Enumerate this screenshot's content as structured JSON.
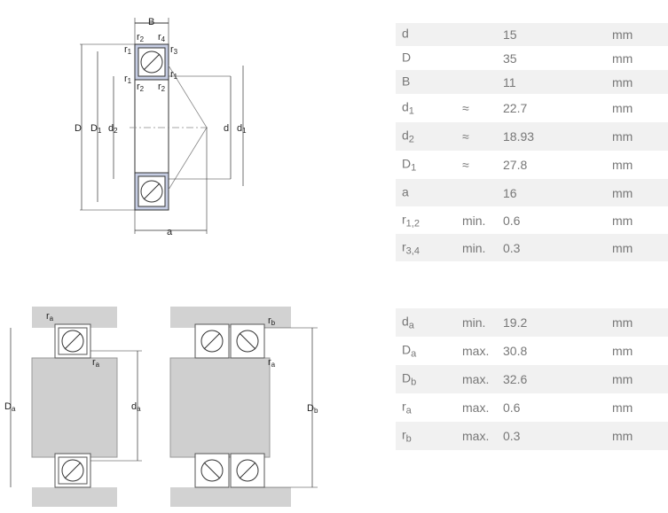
{
  "top_table": [
    {
      "sym": "d",
      "sub": "",
      "q": "",
      "val": "15",
      "unit": "mm",
      "shade": true,
      "h": 26
    },
    {
      "sym": "D",
      "sub": "",
      "q": "",
      "val": "35",
      "unit": "mm",
      "shade": false,
      "h": 27
    },
    {
      "sym": "B",
      "sub": "",
      "q": "",
      "val": "11",
      "unit": "mm",
      "shade": true,
      "h": 27
    },
    {
      "sym": "d",
      "sub": "1",
      "q": "≈",
      "val": "22.7",
      "unit": "mm",
      "shade": false,
      "h": 32
    },
    {
      "sym": "d",
      "sub": "2",
      "q": "≈",
      "val": "18.93",
      "unit": "mm",
      "shade": true,
      "h": 32
    },
    {
      "sym": "D",
      "sub": "1",
      "q": "≈",
      "val": "27.8",
      "unit": "mm",
      "shade": false,
      "h": 32
    },
    {
      "sym": "a",
      "sub": "",
      "q": "",
      "val": "16",
      "unit": "mm",
      "shade": true,
      "h": 31
    },
    {
      "sym": "r",
      "sub": "1,2",
      "q": "min.",
      "val": "0.6",
      "unit": "mm",
      "shade": false,
      "h": 31
    },
    {
      "sym": "r",
      "sub": "3,4",
      "q": "min.",
      "val": "0.3",
      "unit": "mm",
      "shade": true,
      "h": 31
    }
  ],
  "bottom_table": [
    {
      "sym": "d",
      "sub": "a",
      "q": "min.",
      "val": "19.2",
      "unit": "mm",
      "shade": true,
      "h": 32
    },
    {
      "sym": "D",
      "sub": "a",
      "q": "max.",
      "val": "30.8",
      "unit": "mm",
      "shade": false,
      "h": 32
    },
    {
      "sym": "D",
      "sub": "b",
      "q": "max.",
      "val": "32.6",
      "unit": "mm",
      "shade": true,
      "h": 32
    },
    {
      "sym": "r",
      "sub": "a",
      "q": "max.",
      "val": "0.6",
      "unit": "mm",
      "shade": false,
      "h": 32
    },
    {
      "sym": "r",
      "sub": "b",
      "q": "max.",
      "val": "0.3",
      "unit": "mm",
      "shade": true,
      "h": 32
    }
  ],
  "drawing_labels": {
    "B": "B",
    "r": "r",
    "sub1": "1",
    "sub2": "2",
    "sub3": "3",
    "sub4": "4",
    "D": "D",
    "D1": "D",
    "d1": "d",
    "d2": "d",
    "d": "d",
    "a": "a",
    "Da": "D",
    "da": "d",
    "Db": "D",
    "ra": "r",
    "rb": "r",
    "subA": "a",
    "subB": "b"
  }
}
